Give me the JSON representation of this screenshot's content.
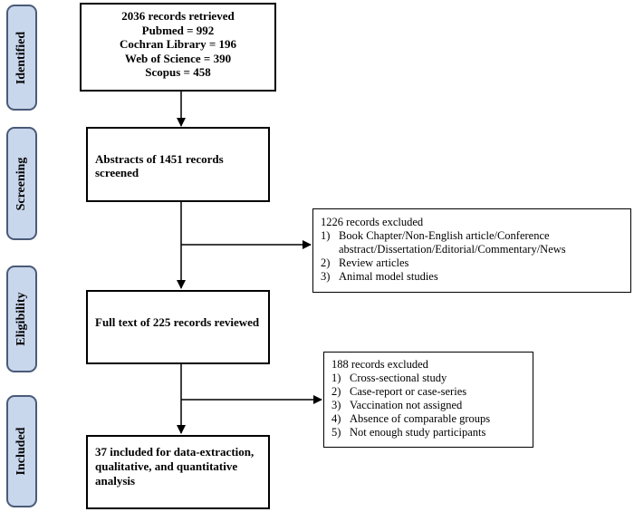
{
  "phases": {
    "identified": "Identified",
    "screening": "Screening",
    "eligibility": "Eligibility",
    "included": "Included"
  },
  "identification": {
    "lines": [
      "2036 records retrieved",
      "Pubmed = 992",
      "Cochran Library = 196",
      "Web of Science = 390",
      "Scopus = 458"
    ]
  },
  "screening": {
    "text": "Abstracts of  1451 records screened"
  },
  "exclusion1": {
    "title": "1226 records excluded",
    "items": [
      {
        "num": "1)",
        "text": "Book Chapter/Non-English article/Conference abstract/Dissertation/Editorial/Commentary/News"
      },
      {
        "num": "2)",
        "text": "Review articles"
      },
      {
        "num": "3)",
        "text": "Animal model studies"
      }
    ]
  },
  "eligibility": {
    "text": "Full text of  225 records reviewed"
  },
  "exclusion2": {
    "title": "188 records excluded",
    "items": [
      {
        "num": "1)",
        "text": "Cross-sectional study"
      },
      {
        "num": "2)",
        "text": "Case-report or case-series"
      },
      {
        "num": "3)",
        "text": "Vaccination not assigned"
      },
      {
        "num": "4)",
        "text": "Absence of comparable groups"
      },
      {
        "num": "5)",
        "text": "Not enough study participants"
      }
    ]
  },
  "included": {
    "text": "37 included for data-extraction, qualitative, and quantitative analysis"
  }
}
